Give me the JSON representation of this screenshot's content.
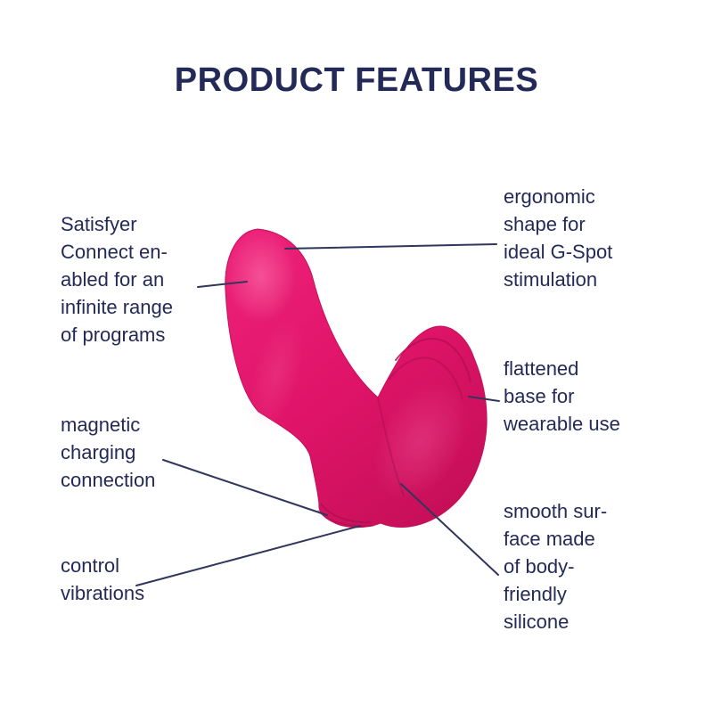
{
  "title": "PRODUCT FEATURES",
  "colors": {
    "navy": "#242a58",
    "line": "#31365c",
    "pink": "#e2186d",
    "pink-dark": "#b80f53",
    "pink-deep": "#99104a",
    "pink-light": "#f1529c",
    "bg": "#ffffff"
  },
  "features": {
    "connect": "Satisfyer\nConnect en-\nabled for an\ninfinite range\nof programs",
    "magnetic": "magnetic\ncharging\nconnection",
    "control": "control\nvibrations",
    "ergonomic": "ergonomic\nshape for\nideal G-Spot\nstimulation",
    "flattened": "flattened\nbase for\nwearable use",
    "smooth": "smooth sur-\nface made\nof body-\nfriendly\nsilicone"
  }
}
